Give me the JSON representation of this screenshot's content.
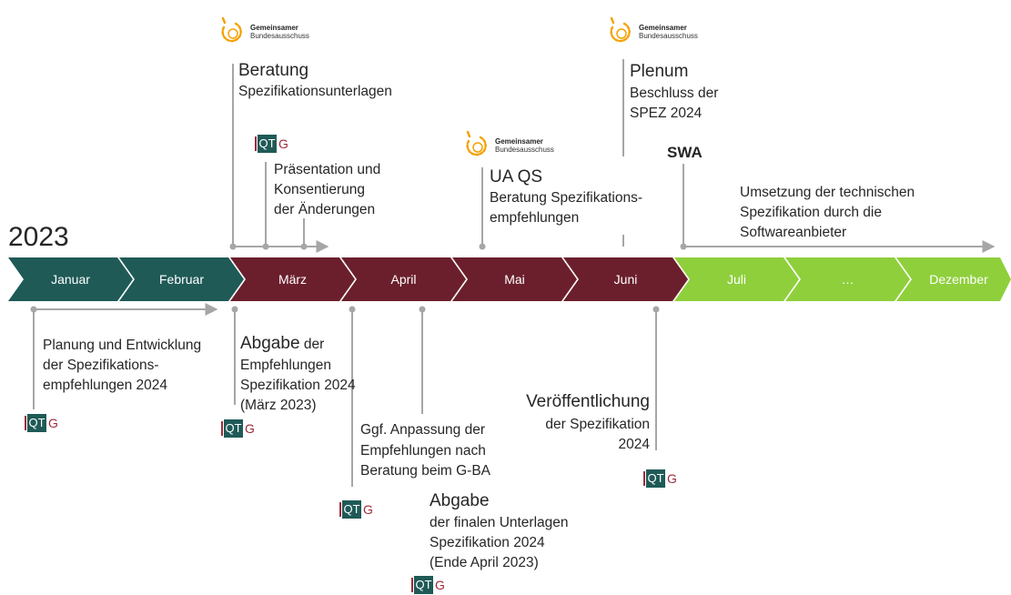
{
  "year": "2023",
  "months": [
    {
      "label": "Januar",
      "color": "#1f5a57"
    },
    {
      "label": "Februar",
      "color": "#1f5a57"
    },
    {
      "label": "März",
      "color": "#6b1f2c"
    },
    {
      "label": "April",
      "color": "#6b1f2c"
    },
    {
      "label": "Mai",
      "color": "#6b1f2c"
    },
    {
      "label": "Juni",
      "color": "#6b1f2c"
    },
    {
      "label": "Juli",
      "color": "#8fcf3c"
    },
    {
      "label": "…",
      "color": "#8fcf3c"
    },
    {
      "label": "Dezember",
      "color": "#8fcf3c"
    }
  ],
  "colors": {
    "line": "#a6a6a6",
    "teal": "#1f5a57",
    "red": "#6b1f2c",
    "green": "#8fcf3c",
    "iqtig_red": "#9e2a3a",
    "gba_orange": "#f5a100"
  },
  "logos": {
    "iqtig": {
      "q": "QT",
      "g": "G"
    },
    "gba": {
      "line1": "Gemeinsamer",
      "line2": "Bundesausschuss"
    }
  },
  "top": {
    "beratung": {
      "title": "Beratung",
      "text": "Spezifikationsunterlagen"
    },
    "praesentation": [
      "Präsentation und",
      "Konsentierung",
      "der Änderungen"
    ],
    "ua_qs": {
      "title": "UA QS",
      "lines": [
        "Beratung Spezifikations-",
        "empfehlungen"
      ]
    },
    "plenum": {
      "title": "Plenum",
      "lines": [
        "Beschluss der",
        "SPEZ 2024"
      ]
    },
    "swa": "SWA",
    "umsetzung": [
      "Umsetzung der technischen",
      "Spezifikation durch die",
      "Softwareanbieter"
    ]
  },
  "bottom": {
    "planung": [
      "Planung und Entwicklung",
      "der Spezifikations-",
      "empfehlungen 2024"
    ],
    "abgabe1": {
      "title": "Abgabe",
      "title_rest": " der",
      "lines": [
        "Empfehlungen",
        "Spezifikation 2024",
        "(März 2023)"
      ]
    },
    "anpassung": [
      "Ggf. Anpassung der",
      "Empfehlungen nach",
      "Beratung beim G-BA"
    ],
    "abgabe2": {
      "title": "Abgabe",
      "lines": [
        "der finalen Unterlagen",
        "Spezifikation 2024",
        "(Ende April 2023)"
      ]
    },
    "veroeffentlichung": {
      "title": "Veröffentlichung",
      "lines": [
        "der Spezifikation",
        "2024"
      ]
    }
  }
}
